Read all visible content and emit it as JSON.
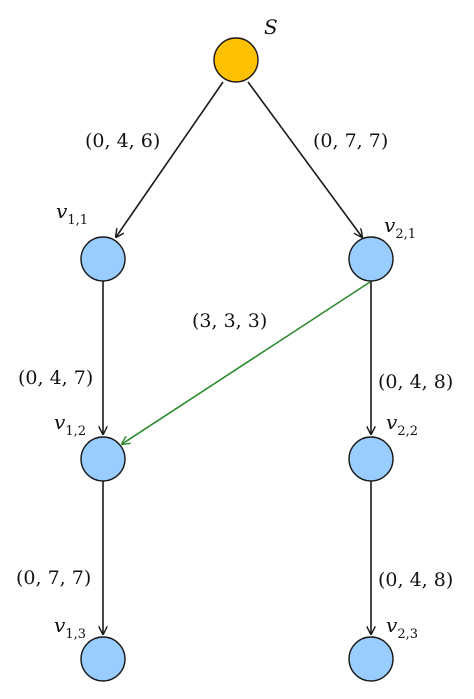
{
  "colors": {
    "source_fill": "#FFC000",
    "node_fill": "#99CCFF",
    "stroke": "#1a1a1a",
    "highlight_edge": "#2E8B2E"
  },
  "nodes": {
    "s": {
      "label": "S"
    },
    "v11": {
      "label": "v",
      "sub": "1,1"
    },
    "v21": {
      "label": "v",
      "sub": "2,1"
    },
    "v12": {
      "label": "v",
      "sub": "1,2"
    },
    "v22": {
      "label": "v",
      "sub": "2,2"
    },
    "v13": {
      "label": "v",
      "sub": "1,3"
    },
    "v23": {
      "label": "v",
      "sub": "2,3"
    }
  },
  "edges": {
    "s_v11": {
      "label": "(0, 4, 6)"
    },
    "s_v21": {
      "label": "(0, 7, 7)"
    },
    "v11_v12": {
      "label": "(0, 4, 7)"
    },
    "v21_v12": {
      "label": "(3, 3, 3)"
    },
    "v21_v22": {
      "label": "(0, 4, 8)"
    },
    "v12_v13": {
      "label": "(0, 7, 7)"
    },
    "v22_v23": {
      "label": "(0, 4, 8)"
    }
  }
}
